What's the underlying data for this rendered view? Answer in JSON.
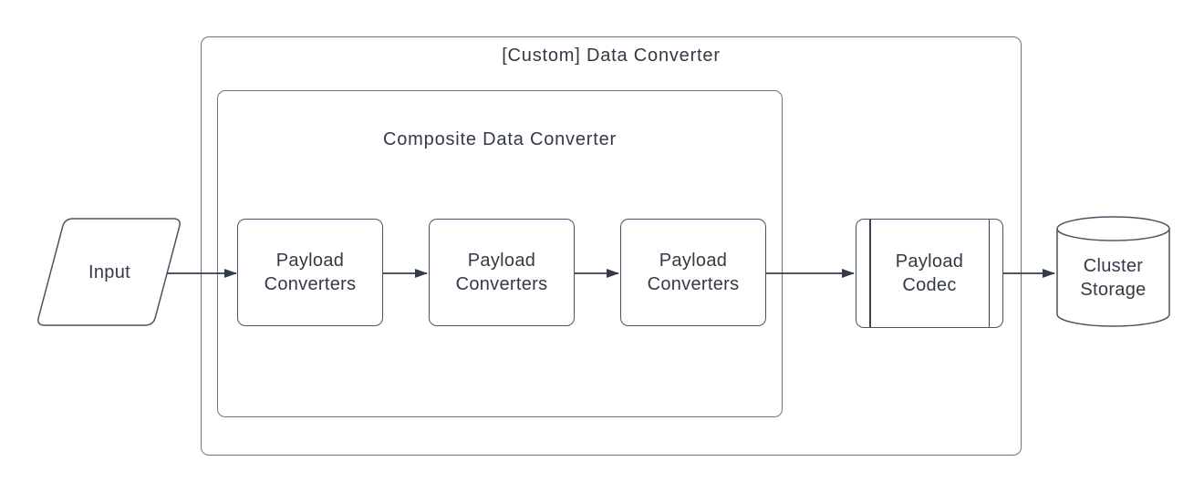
{
  "diagram": {
    "background_color": "#ffffff",
    "outer_container": {
      "label": "[Custom] Data Converter"
    },
    "inner_container": {
      "label": "Composite Data Converter"
    },
    "nodes": {
      "input": {
        "label": "Input",
        "shape": "parallelogram"
      },
      "converters": [
        {
          "label": "Payload\nConverters",
          "shape": "rounded-rectangle"
        },
        {
          "label": "Payload\nConverters",
          "shape": "rounded-rectangle"
        },
        {
          "label": "Payload\nConverters",
          "shape": "rounded-rectangle"
        }
      ],
      "codec": {
        "label": "Payload\nCodec",
        "shape": "predefined-process"
      },
      "storage": {
        "label": "Cluster\nStorage",
        "shape": "cylinder"
      }
    },
    "connections": [
      {
        "from": "input",
        "to": "payload-converters-1"
      },
      {
        "from": "payload-converters-1",
        "to": "payload-converters-2"
      },
      {
        "from": "payload-converters-2",
        "to": "payload-converters-3"
      },
      {
        "from": "payload-converters-3",
        "to": "payload-codec"
      },
      {
        "from": "payload-codec",
        "to": "cluster-storage"
      }
    ],
    "colors": {
      "shape_stroke": "#4b5260",
      "container_stroke": "#6e737d",
      "arrow": "#343c4a",
      "text": "#333a46"
    }
  }
}
